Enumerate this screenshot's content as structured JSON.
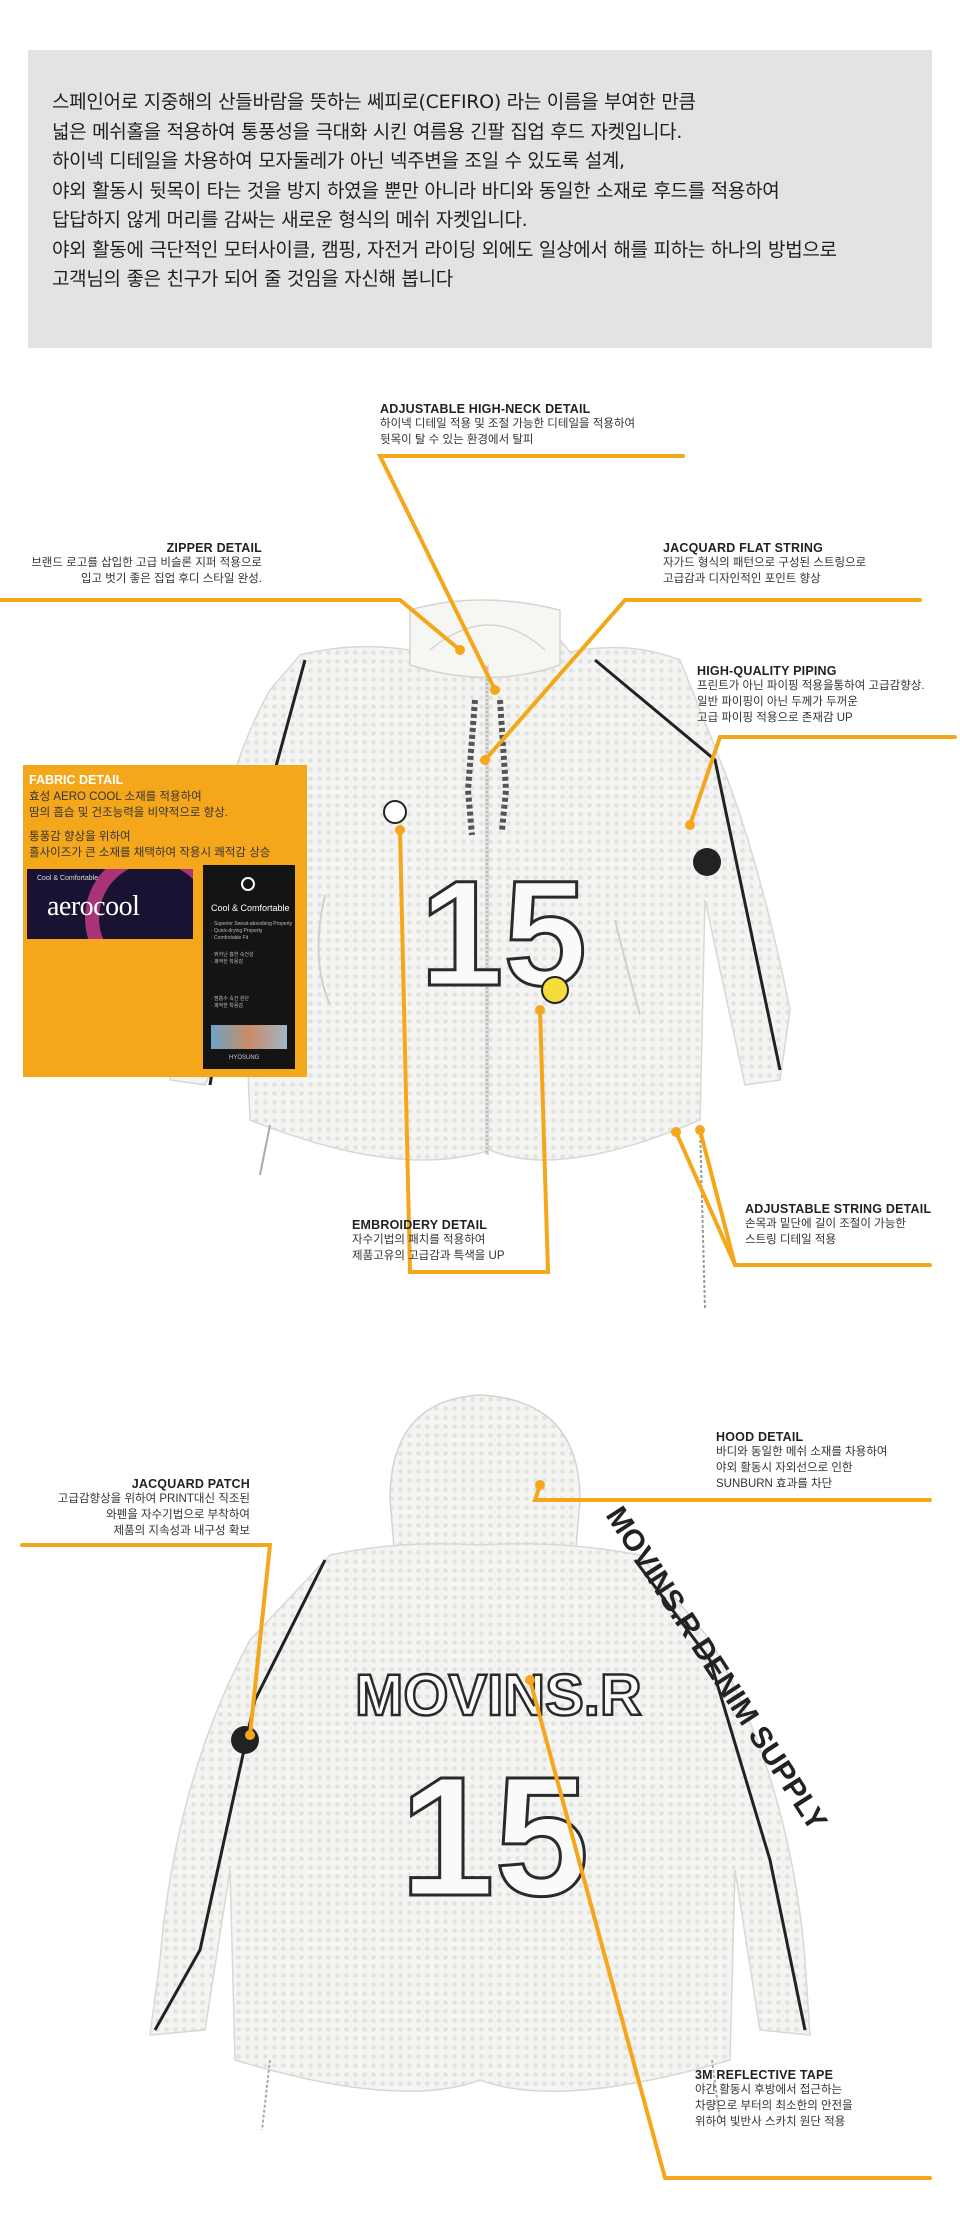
{
  "intro": {
    "lines": [
      "스페인어로 지중해의 산들바람을 뜻하는 쎄피로(CEFIRO) 라는 이름을 부여한 만큼",
      "넓은 메쉬홀을 적용하여 통풍성을 극대화 시킨 여름용 긴팔 집업 후드 자켓입니다.",
      "하이넥 디테일을 차용하여 모자둘레가 아닌 넥주변을 조일 수 있도록 설계,",
      "야외 활동시 뒷목이 타는 것을 방지 하였을 뿐만 아니라 바디와 동일한 소재로 후드를 적용하여",
      "답답하지 않게 머리를 감싸는 새로운 형식의 메쉬 자켓입니다.",
      "야외 활동에 극단적인 모터사이클, 캠핑, 자전거 라이딩 외에도 일상에서 해를 피하는 하나의 방법으로",
      "고객님의 좋은 친구가 되어 줄 것임을 자신해 봅니다"
    ]
  },
  "front": {
    "high_neck": {
      "title": "ADJUSTABLE HIGH-NECK DETAIL",
      "lines": [
        "하이넥 디테일 적용 및 조절 가능한 디테일을 적용하여",
        "뒷목이 탈 수 있는 환경에서 탈피"
      ]
    },
    "zipper": {
      "title": "ZIPPER DETAIL",
      "lines": [
        "브랜드 로고를 삽입한 고급 비슬론 지퍼 적용으로",
        "입고 벗기 좋은 집업 후디 스타일 완성."
      ]
    },
    "jacquard_string": {
      "title": "JACQUARD FLAT STRING",
      "lines": [
        "자가드 형식의 패턴으로 구성된 스트링으로",
        "고급감과 디자인적인 포인트 향상"
      ]
    },
    "piping": {
      "title": "HIGH-QUALITY PIPING",
      "lines": [
        "프린트가 아닌 파이핑 적용을통하여 고급감향상.",
        "일반 파이핑이 아닌 두께가 두꺼운",
        "고급 파이핑 적용으로 존재감 UP"
      ]
    },
    "fabric": {
      "title": "FABRIC DETAIL",
      "lines_a": [
        "효성 AERO COOL 소재를 적용하여",
        "땀의 흡습 및 건조능력을 비약적으로 향상."
      ],
      "lines_b": [
        "통풍감 향상을 위하여",
        "홀사이즈가 큰 소재를 채택하여 작용시 쾌적감 상승"
      ],
      "logo_sub": "Cool & Comfortable",
      "logo_word": "aerocool",
      "tag_title": "Cool & Comfortable",
      "tag_lines": [
        "· Superior Sweat-absorbing Property",
        "· Quick-drying Property",
        "· Comfortable Fit",
        "· 뛰어난 흡한 속건성",
        "· 쾌적한 착용감",
        "· 땀흡수 속건 원단",
        "· 쾌적한 착용감"
      ],
      "tag_brand": "HYOSUNG"
    },
    "embroidery": {
      "title": "EMBROIDERY DETAIL",
      "lines": [
        "자수기법의 패치를 적용하여",
        "제품고유의 고급감과 특색을 UP"
      ]
    },
    "string": {
      "title": "ADJUSTABLE STRING DETAIL",
      "lines": [
        "손목과 밑단에 길이 조절이 가능한",
        "스트링 디테일 적용"
      ]
    },
    "number": "15"
  },
  "back": {
    "hood": {
      "title": "HOOD DETAIL",
      "lines": [
        "바디와 동일한 메쉬 소재를 차용하여",
        "야외 활동시 자외선으로 인한",
        "SUNBURN 효과를 차단"
      ]
    },
    "patch": {
      "title": "JACQUARD PATCH",
      "lines": [
        "고급감향상을 위하여 PRINT대신 직조된",
        "와펜을 자수기법으로 부착하여",
        "제품의 지속성과 내구성 확보"
      ]
    },
    "reflective": {
      "title": "3M REFLECTIVE TAPE",
      "lines": [
        "야간 활동시 후방에서 접근하는",
        "차량으로 부터의 최소한의 안전을",
        "위하여 빛반사 스카치 원단 적용"
      ]
    },
    "brand_text": "MOVINS.R",
    "number": "15",
    "sleeve_text": "MOVINS.R DENIM SUPPLY"
  },
  "colors": {
    "accent": "#f5a71b",
    "intro_bg": "#e3e3e3"
  }
}
